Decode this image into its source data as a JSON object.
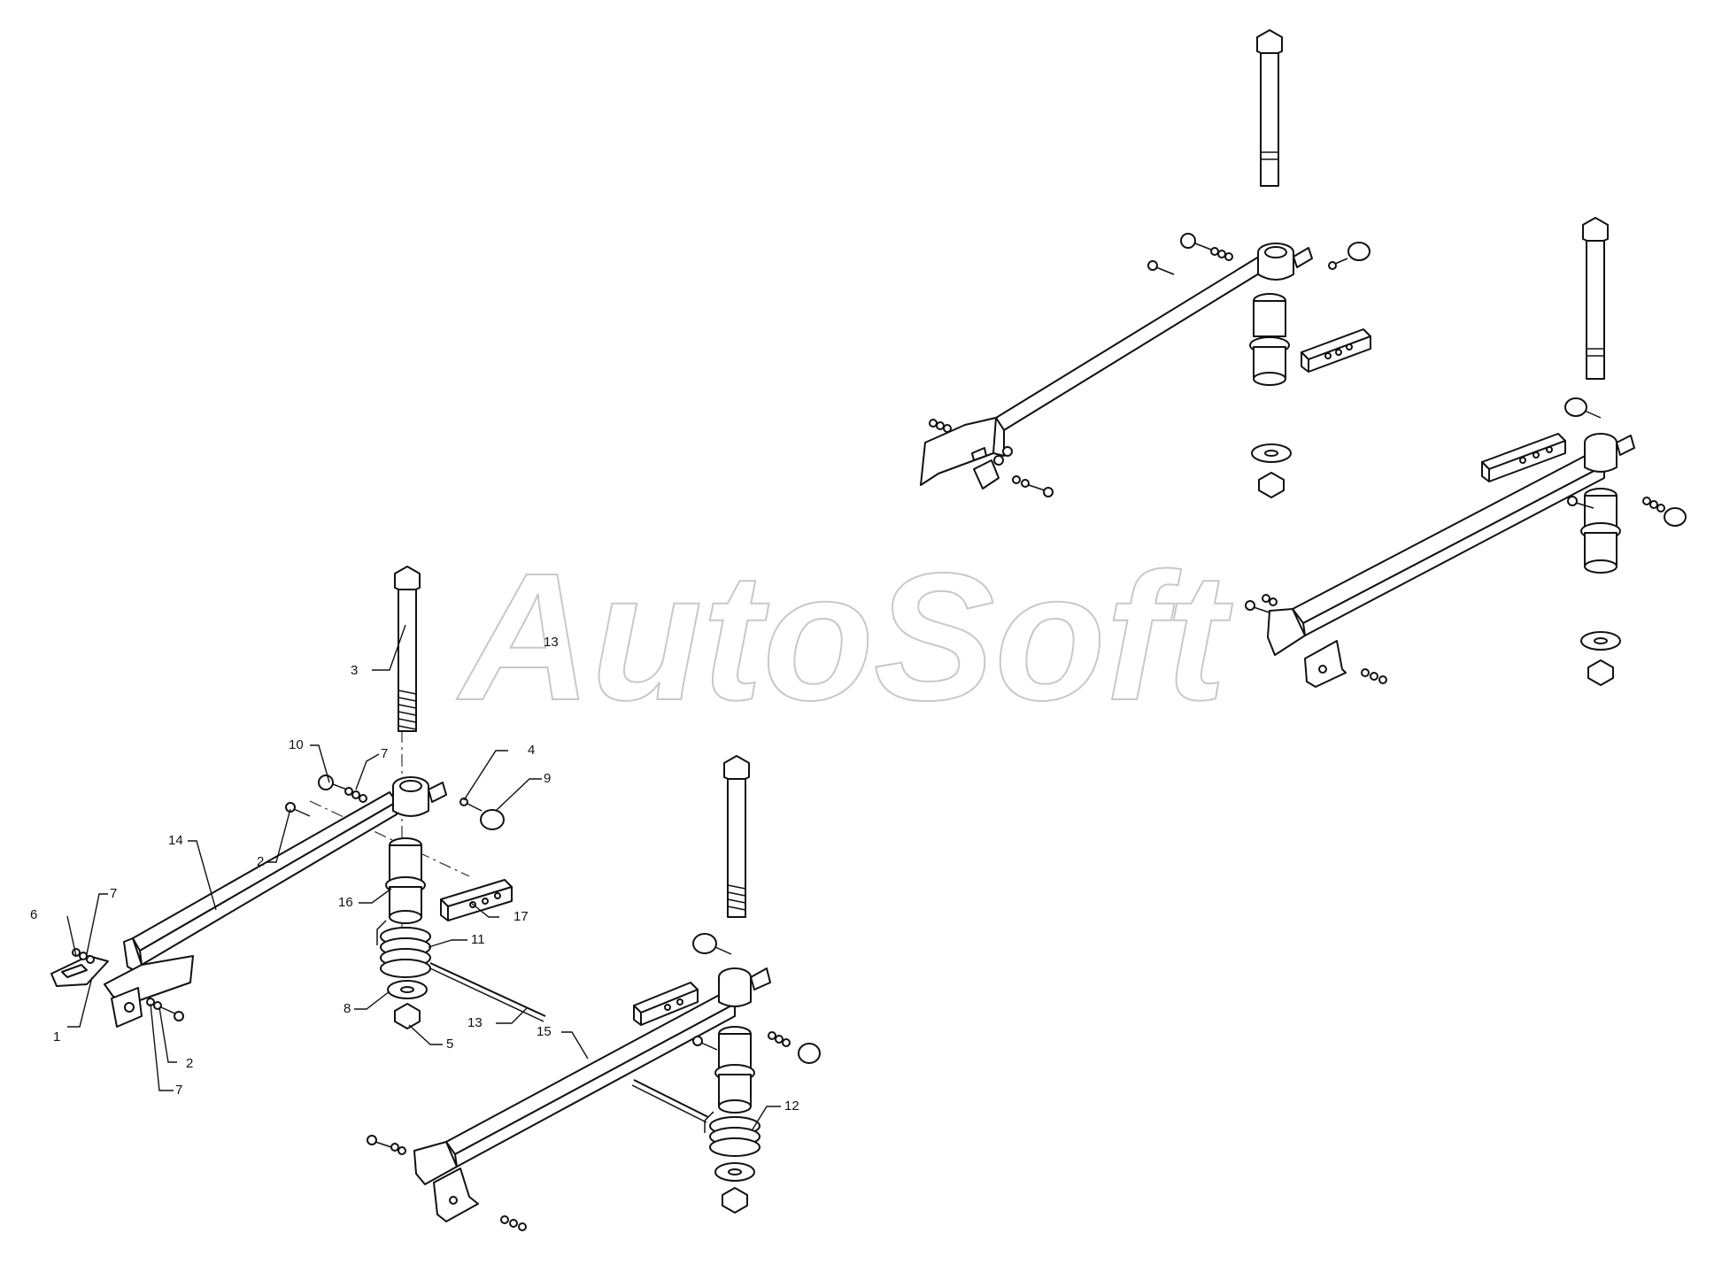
{
  "watermark": "AutoSoft",
  "callouts": {
    "c1": "1",
    "c2a": "2",
    "c2b": "2",
    "c3": "3",
    "c4": "4",
    "c5": "5",
    "c6": "6",
    "c7a": "7",
    "c7b": "7",
    "c7c": "7",
    "c8": "8",
    "c9": "9",
    "c10": "10",
    "c11": "11",
    "c12": "12",
    "c13a": "13",
    "c13b": "13",
    "c14": "14",
    "c15": "15",
    "c16": "16",
    "c17": "17"
  }
}
